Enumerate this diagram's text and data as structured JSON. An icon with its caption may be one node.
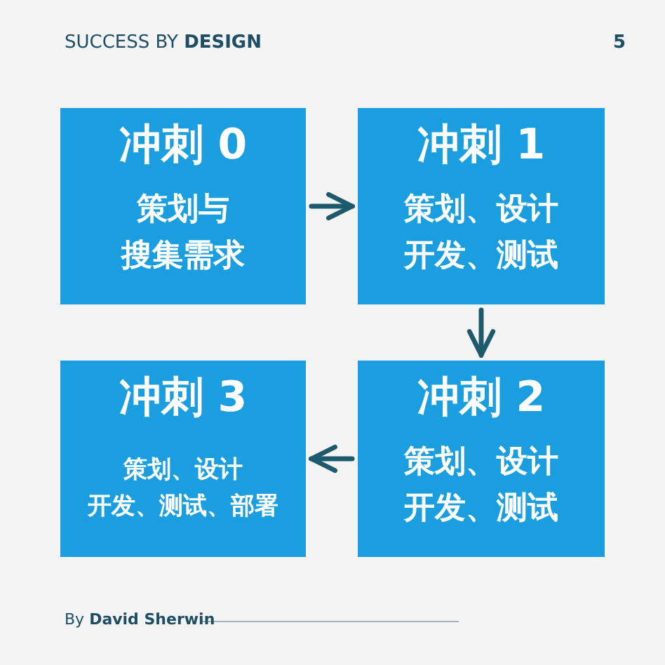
{
  "diagram": {
    "nodes": [
      {
        "text": [
          "冲刺 0",
          "策划与搜集需求"
        ]
      },
      {
        "text": [
          "冲刺 1",
          "策划、设计开发、测试"
        ]
      },
      {
        "text": [
          "冲刺 2",
          "策划、设计开发、测试"
        ]
      },
      {
        "text": [
          "冲刺 3",
          "策划、设计开发、测试、部署"
        ]
      }
    ],
    "edges": [
      {
        "from": 0,
        "to": 1,
        "arrow": "to"
      },
      {
        "from": 1,
        "to": 2,
        "arrow": "to"
      },
      {
        "from": 2,
        "to": 3,
        "arrow": "to"
      }
    ],
    "labels": [
      "SUCCESS BY **DESIGN**",
      "5",
      "By **David Sherwin**"
    ]
  }
}
